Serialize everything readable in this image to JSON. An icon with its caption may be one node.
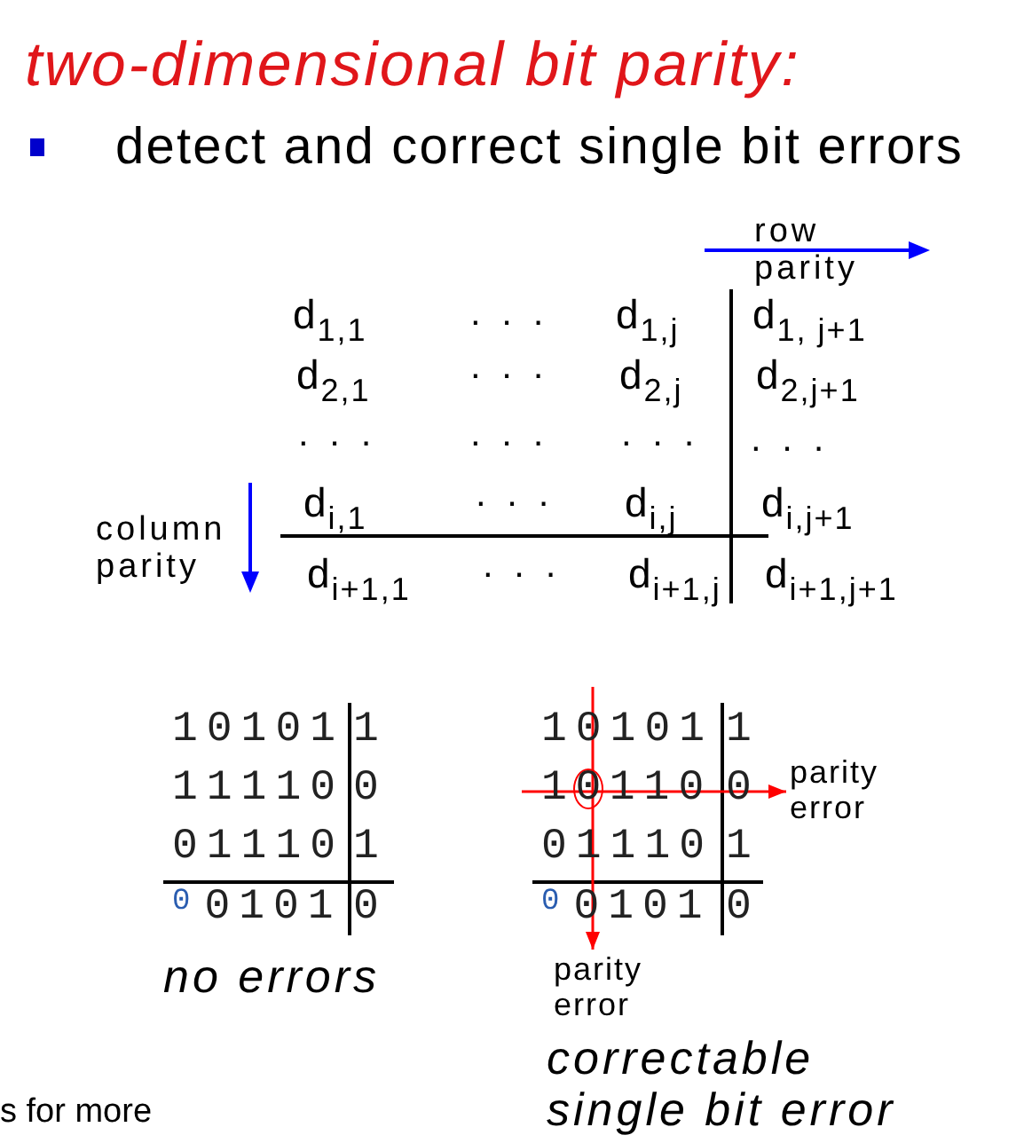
{
  "diagram": {
    "title": "two-dimensional bit parity:",
    "nodes": [
      {
        "text": [
          "parity error"
        ]
      },
      {
        "text": [
          "parity error"
        ]
      }
    ],
    "edges": [
      {
        "from": null,
        "to": 0,
        "arrow": "to",
        "color": "#ff0000"
      },
      {
        "from": null,
        "to": 1,
        "arrow": "to",
        "color": "#ff0000"
      }
    ],
    "labels": [
      "detect and correct single bit errors",
      "row parity",
      "d$_{1,1}$",
      ". . .",
      "d$_{1,j}$",
      "d$_{1, j+1}$",
      "d$_{2,1}$",
      ". . .",
      "d$_{2,j}$",
      "d$_{2,j+1}$",
      ". . .",
      ". . .",
      ". . .",
      ". . .",
      "d$_{i,1}$",
      ". . .",
      "d$_{i,j}$",
      "d$_{i,j+1}$",
      "column parity",
      "d$_{i+1,1}$",
      ". . .",
      "d$_{i+1,j}$",
      "d$_{i+1,j+1}$",
      "10101",
      "1",
      "11110",
      "0",
      "01110",
      "1",
      "$^{0}$0101",
      "0",
      "10101",
      "1",
      "10110",
      "0",
      "01110",
      "1",
      "$^{0}$0101",
      "0",
      "no errors",
      "correctable single bit error",
      "s for more"
    ]
  }
}
